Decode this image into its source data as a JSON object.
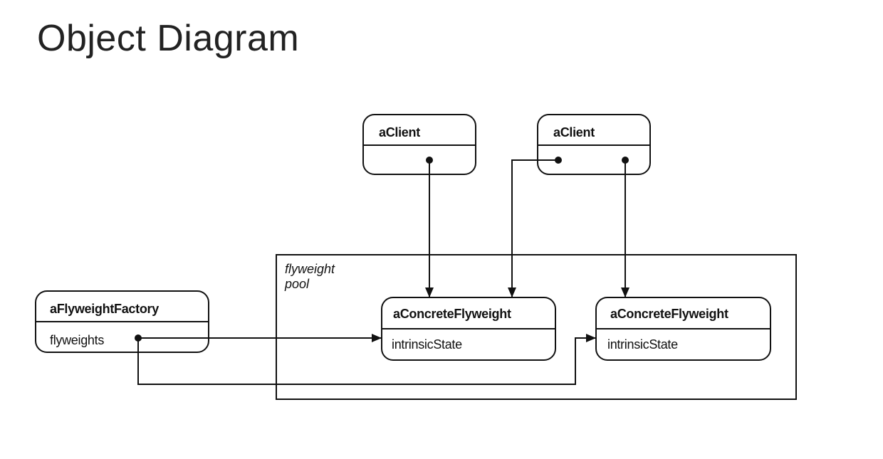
{
  "slide": {
    "title": "Object Diagram"
  },
  "diagram": {
    "pool_label_line1": "flyweight",
    "pool_label_line2": "pool",
    "clients": [
      {
        "name": "aClient"
      },
      {
        "name": "aClient"
      }
    ],
    "factory": {
      "name": "aFlyweightFactory",
      "attribute": "flyweights"
    },
    "concrete_flyweights": [
      {
        "name": "aConcreteFlyweight",
        "attribute": "intrinsicState"
      },
      {
        "name": "aConcreteFlyweight",
        "attribute": "intrinsicState"
      }
    ]
  },
  "colors": {
    "line": "#111111",
    "background": "#ffffff",
    "title_text": "#222222"
  }
}
